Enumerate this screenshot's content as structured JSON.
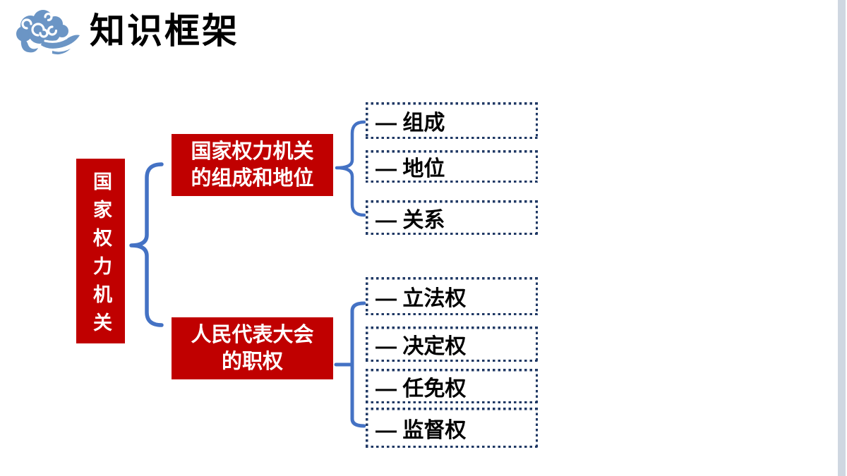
{
  "header": {
    "title": "知识框架",
    "icon": "auspicious-cloud-icon"
  },
  "colors": {
    "node_red": "#C00000",
    "connector_blue": "#4472C4",
    "dotted_border_navy": "#1F3864",
    "text_black": "#000000",
    "node_text_white": "#FFFFFF",
    "cloud_blue": "#6B95C5",
    "scroll_strip": "#CFD7E1",
    "background": "#FFFFFF"
  },
  "diagram": {
    "root": {
      "label": "国家权力机关"
    },
    "branches": [
      {
        "label": "国家权力机关\n的组成和地位",
        "items": [
          {
            "label": "— 组成"
          },
          {
            "label": "— 地位"
          },
          {
            "label": "— 关系"
          }
        ]
      },
      {
        "label": "人民代表大会\n的职权",
        "items": [
          {
            "label": "— 立法权"
          },
          {
            "label": "— 决定权"
          },
          {
            "label": "— 任免权"
          },
          {
            "label": "— 监督权"
          }
        ]
      }
    ]
  }
}
